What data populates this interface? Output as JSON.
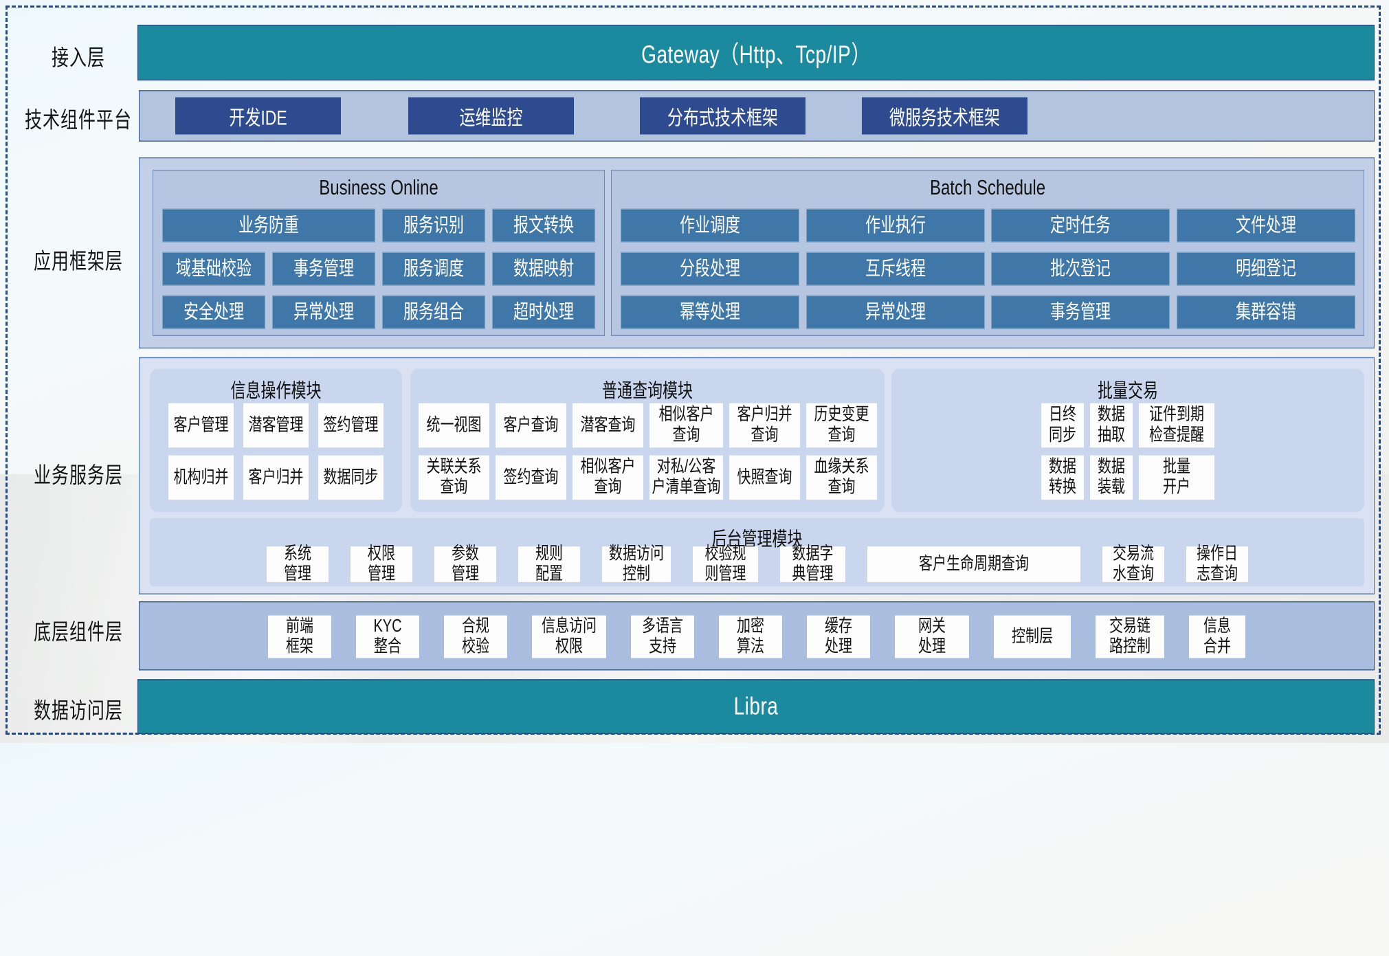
{
  "diagram": {
    "rows": [
      {
        "id": "access",
        "label": "接入层"
      },
      {
        "id": "tech",
        "label": "技术组件平台"
      },
      {
        "id": "appframe",
        "label": "应用框架层"
      },
      {
        "id": "bizservice",
        "label": "业务服务层"
      },
      {
        "id": "basecomp",
        "label": "底层组件层"
      },
      {
        "id": "dataaccess",
        "label": "数据访问层"
      }
    ],
    "access_layer": {
      "bar_label": "Gateway（Http、Tcp/IP）"
    },
    "tech_platform": {
      "items": [
        "开发IDE",
        "运维监控",
        "分布式技术框架",
        "微服务技术框架"
      ]
    },
    "app_framework": {
      "groups": [
        {
          "title": "Business Online",
          "rows": [
            [
              {
                "label": "业务防重",
                "span": 2
              },
              {
                "label": "服务识别",
                "span": 1
              },
              {
                "label": "报文转换",
                "span": 1
              }
            ],
            [
              {
                "label": "域基础校验",
                "span": 1
              },
              {
                "label": "事务管理",
                "span": 1
              },
              {
                "label": "服务调度",
                "span": 1
              },
              {
                "label": "数据映射",
                "span": 1
              }
            ],
            [
              {
                "label": "安全处理",
                "span": 1
              },
              {
                "label": "异常处理",
                "span": 1
              },
              {
                "label": "服务组合",
                "span": 1
              },
              {
                "label": "超时处理",
                "span": 1
              }
            ]
          ]
        },
        {
          "title": "Batch Schedule",
          "rows": [
            [
              {
                "label": "作业调度",
                "span": 1
              },
              {
                "label": "作业执行",
                "span": 1
              },
              {
                "label": "定时任务",
                "span": 1
              },
              {
                "label": "文件处理",
                "span": 1
              }
            ],
            [
              {
                "label": "分段处理",
                "span": 1
              },
              {
                "label": "互斥线程",
                "span": 1
              },
              {
                "label": "批次登记",
                "span": 1
              },
              {
                "label": "明细登记",
                "span": 1
              }
            ],
            [
              {
                "label": "幂等处理",
                "span": 1
              },
              {
                "label": "异常处理",
                "span": 1
              },
              {
                "label": "事务管理",
                "span": 1
              },
              {
                "label": "集群容错",
                "span": 1
              }
            ]
          ]
        }
      ]
    },
    "business_service": {
      "modules": [
        {
          "title": "信息操作模块",
          "rows": [
            [
              "客户管理",
              "潜客管理",
              "签约管理"
            ],
            [
              "机构归并",
              "客户归并",
              "数据同步"
            ]
          ]
        },
        {
          "title": "普通查询模块",
          "rows": [
            [
              "统一视图",
              "客户查询",
              "潜客查询",
              "相似客户\n查询",
              "客户归并\n查询",
              "历史变更\n查询"
            ],
            [
              "关联关系\n查询",
              "签约查询",
              "相似客户\n查询",
              "对私/公客\n户清单查询",
              "快照查询",
              "血缘关系\n查询"
            ]
          ]
        },
        {
          "title": "批量交易",
          "rows": [
            [
              "日终\n同步",
              "数据\n抽取",
              "证件到期\n检查提醒"
            ],
            [
              "数据\n转换",
              "数据\n装载",
              "批量\n开户"
            ]
          ]
        }
      ],
      "admin_module": {
        "title": "后台管理模块",
        "items": [
          {
            "label": "系统\n管理",
            "wide": false
          },
          {
            "label": "权限\n管理",
            "wide": false
          },
          {
            "label": "参数\n管理",
            "wide": false
          },
          {
            "label": "规则\n配置",
            "wide": false
          },
          {
            "label": "数据访问\n控制",
            "wide": false
          },
          {
            "label": "校验规\n则管理",
            "wide": false
          },
          {
            "label": "数据字\n典管理",
            "wide": false
          },
          {
            "label": "客户生命周期查询",
            "wide": true
          },
          {
            "label": "交易流\n水查询",
            "wide": false
          },
          {
            "label": "操作日\n志查询",
            "wide": false
          }
        ]
      }
    },
    "base_components": {
      "items": [
        "前端\n框架",
        "KYC\n整合",
        "合规\n校验",
        "信息访问\n权限",
        "多语言\n支持",
        "加密\n算法",
        "缓存\n处理",
        "网关\n处理",
        "控制层",
        "交易链\n路控制",
        "信息\n合并"
      ]
    },
    "data_access": {
      "bar_label": "Libra"
    },
    "colors": {
      "teal": "#1c8a9e",
      "navy": "#2d4b8e",
      "steel": "#3f78a8",
      "band_light_blue": "#b3c4de",
      "panel_app_framework": "#c3cfe6",
      "panel_business_service": "#d9e1f2",
      "group_business_service": "#c9d6ee",
      "panel_base_components": "#a9bdde",
      "border_navy": "#2b4a7a",
      "cell_white": "#fdfdfd"
    }
  }
}
